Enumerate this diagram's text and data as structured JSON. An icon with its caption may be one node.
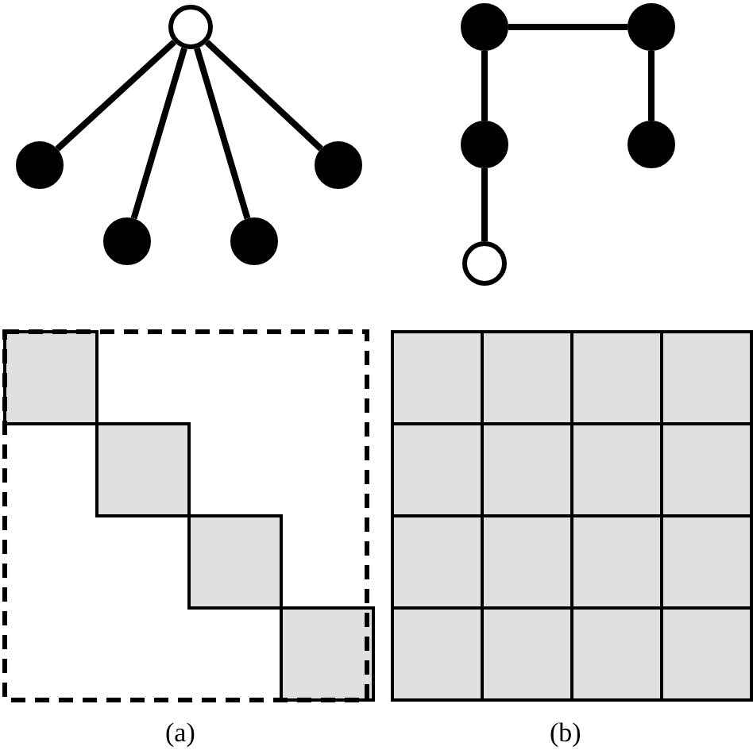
{
  "diagram": {
    "nodes": [
      {
        "text": [],
        "shape": "circle"
      },
      {
        "text": [],
        "shape": "circle"
      },
      {
        "text": [],
        "shape": "circle"
      },
      {
        "text": [],
        "shape": "circle"
      },
      {
        "text": [],
        "shape": "circle"
      },
      {
        "text": [],
        "shape": "circle"
      },
      {
        "text": [],
        "shape": "circle"
      },
      {
        "text": [],
        "shape": "circle"
      },
      {
        "text": [],
        "shape": "circle"
      },
      {
        "text": [],
        "shape": "circle"
      }
    ],
    "edges": [
      {
        "from": 0,
        "to": 1,
        "arrow": "none"
      },
      {
        "from": 0,
        "to": 2,
        "arrow": "none"
      },
      {
        "from": 0,
        "to": 3,
        "arrow": "none"
      },
      {
        "from": 0,
        "to": 4,
        "arrow": "none"
      },
      {
        "from": 5,
        "to": 6,
        "arrow": "none"
      },
      {
        "from": 5,
        "to": 7,
        "arrow": "none"
      },
      {
        "from": 6,
        "to": 8,
        "arrow": "none"
      },
      {
        "from": 7,
        "to": 9,
        "arrow": "none"
      }
    ],
    "labels": [
      "(a)",
      "(b)"
    ]
  }
}
